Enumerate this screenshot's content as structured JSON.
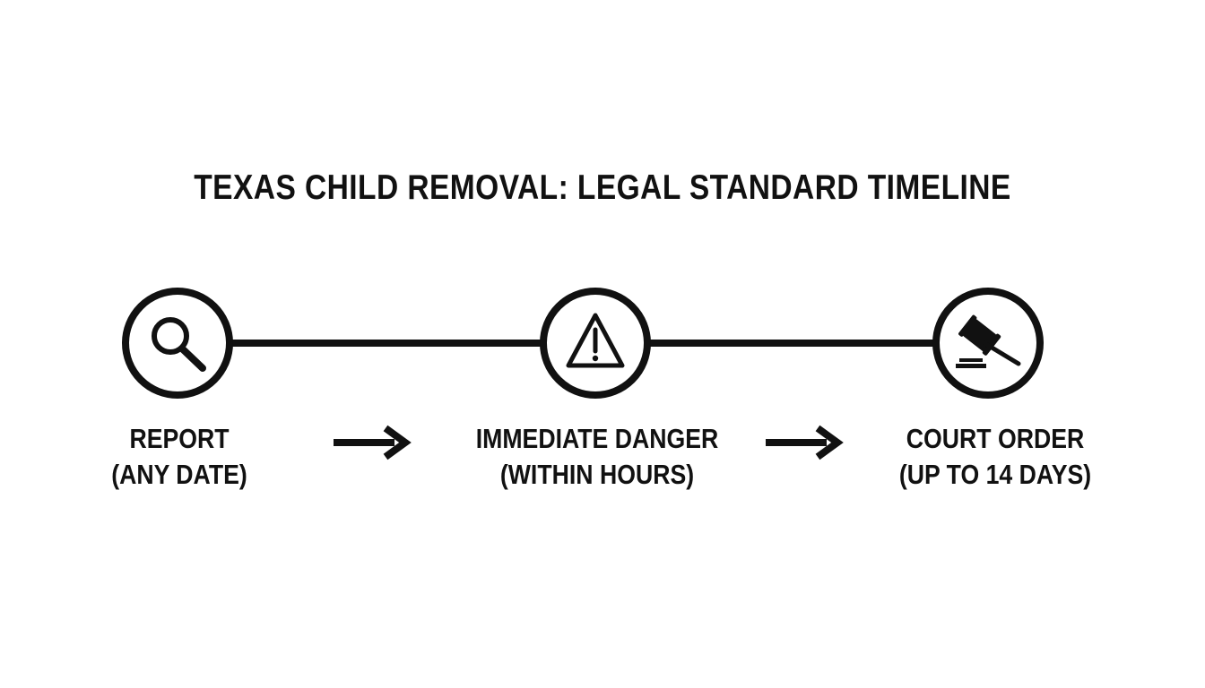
{
  "title": "TEXAS CHILD REMOVAL: LEGAL STANDARD TIMELINE",
  "steps": [
    {
      "icon": "magnifying-glass-icon",
      "line1": "REPORT",
      "line2": "(ANY DATE)"
    },
    {
      "icon": "warning-triangle-icon",
      "line1": "IMMEDIATE DANGER",
      "line2": "(WITHIN HOURS)"
    },
    {
      "icon": "gavel-icon",
      "line1": "COURT ORDER",
      "line2": "(UP TO 14 DAYS)"
    }
  ],
  "colors": {
    "ink": "#111111",
    "background": "#ffffff"
  }
}
